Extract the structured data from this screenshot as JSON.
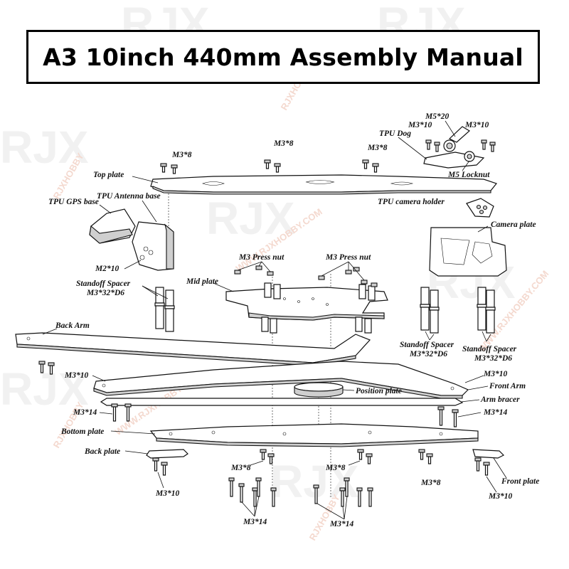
{
  "title": "A3 10inch 440mm Assembly Manual",
  "watermark": {
    "logo": "RJX",
    "brand": "RJXHOBBY",
    "url": "WWW.RJXHOBBY.COM"
  },
  "labels": {
    "top_plate": "Top plate",
    "tpu_gps_base": "TPU GPS base",
    "tpu_antenna_base": "TPU Antenna base",
    "m2x10": "M2*10",
    "standoff_left": "Standoff Spacer",
    "standoff_left_size": "M3*32*D6",
    "mid_plate": "Mid plate",
    "m3_press_nut_left": "M3 Press nut",
    "m3_press_nut_right": "M3 Press nut",
    "back_arm": "Back Arm",
    "m3x10_left": "M3*10",
    "m3x14_left": "M3*14",
    "bottom_plate": "Bottom plate",
    "back_plate": "Back plate",
    "m3x10_bottom_left": "M3*10",
    "m3x8_bottom_left": "M3*8",
    "m3x14_bottom_left": "M3*14",
    "m3x8_bottom_mid": "M3*8",
    "m3x14_bottom_mid": "M3*14",
    "m3x8_bottom_right": "M3*8",
    "front_plate": "Front plate",
    "m3x10_bottom_right": "M3*10",
    "m3x14_right": "M3*14",
    "arm_bracer": "Arm bracer",
    "front_arm": "Front Arm",
    "m3x10_right": "M3*10",
    "position_plate": "Position plate",
    "standoff_mid": "Standoff Spacer",
    "standoff_mid_size": "M3*32*D6",
    "standoff_right": "Standoff Spacer",
    "standoff_right_size": "M3*32*D6",
    "camera_plate": "Camera plate",
    "tpu_camera_holder": "TPU camera holder",
    "m5_locknut": "M5 Locknut",
    "tpu_dog": "TPU Dog",
    "m3x10_top_left": "M3*10",
    "m5x20": "M5*20",
    "m3x10_top_right": "M3*10",
    "m3x8_top_a": "M3*8",
    "m3x8_top_b": "M3*8",
    "m3x8_top_c": "M3*8"
  }
}
